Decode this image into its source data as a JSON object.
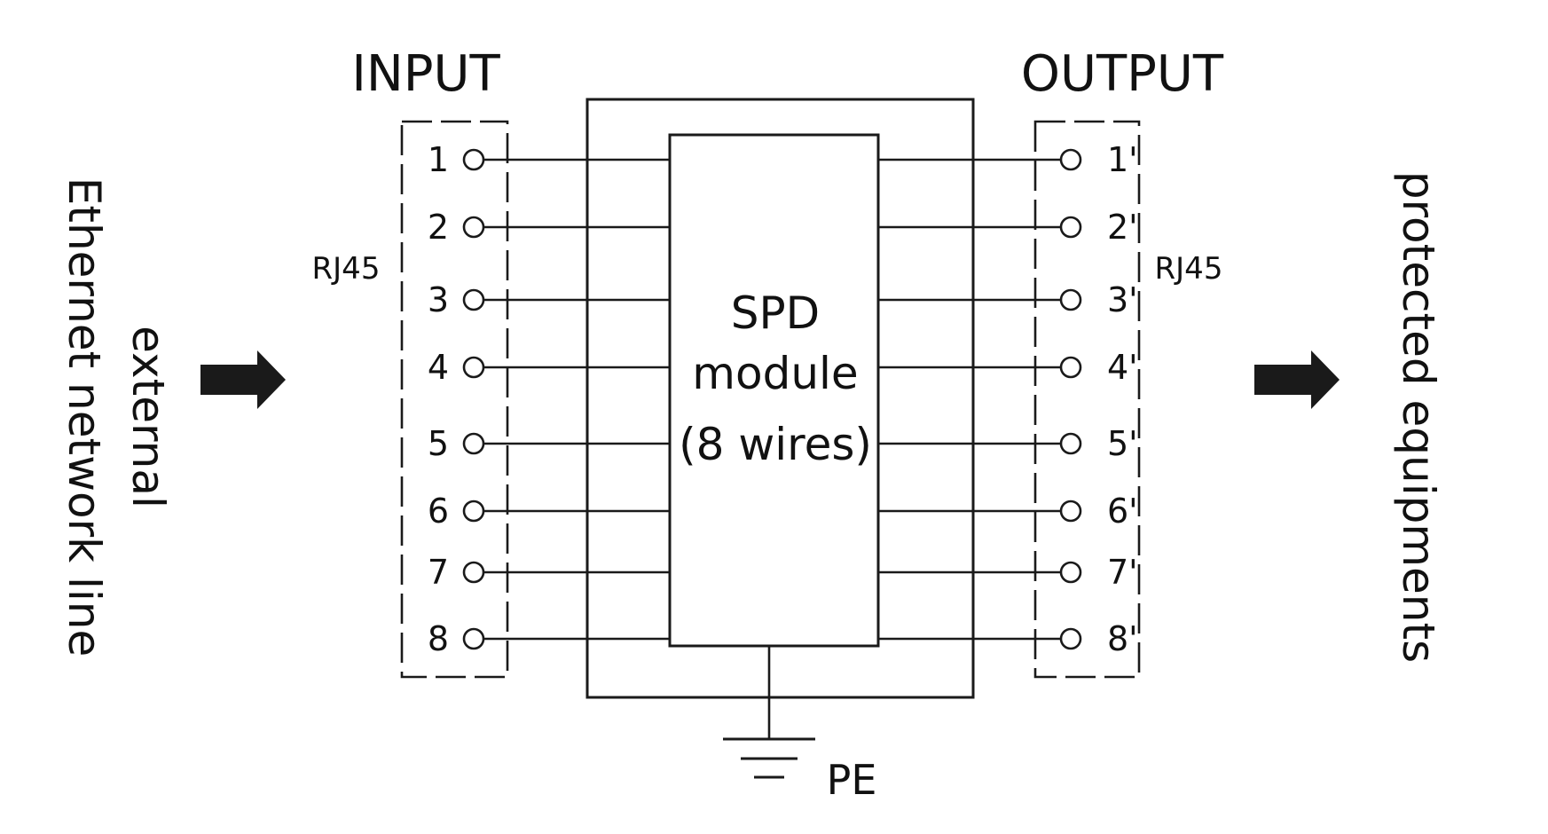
{
  "headings": {
    "input": "INPUT",
    "output": "OUTPUT"
  },
  "side_labels": {
    "left_line1": "external",
    "left_line2": "Ethernet network line",
    "right": "protected equipments"
  },
  "connectors": {
    "input_label": "RJ45",
    "output_label": "RJ45"
  },
  "input_pins": [
    "1",
    "2",
    "3",
    "4",
    "5",
    "6",
    "7",
    "8"
  ],
  "output_pins": [
    "1'",
    "2'",
    "3'",
    "4'",
    "5'",
    "6'",
    "7'",
    "8'"
  ],
  "module": {
    "line1": "SPD",
    "line2": "module",
    "line3": "(8 wires)"
  },
  "ground": {
    "label": "PE"
  }
}
